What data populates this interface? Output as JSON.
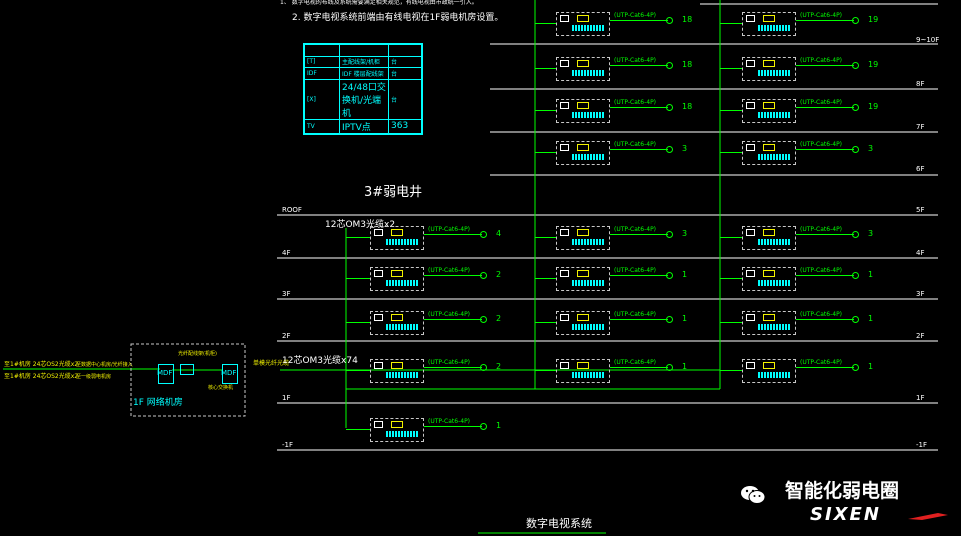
{
  "notes": {
    "note1": "1、 数字电视的布线及系统需要满足相关规范，有线电视由市政统一引入。",
    "note2": "2. 数字电视系统前端由有线电视在1F弱电机房设置。"
  },
  "legend": {
    "rows": [
      {
        "icon": "[T]",
        "desc": "主配线架/机柜",
        "unit": "台"
      },
      {
        "icon": "IDF",
        "desc": "IDF 楼层配线架",
        "unit": "台"
      },
      {
        "icon": "[X]",
        "desc": "24/48口交换机/光端机",
        "unit": "台"
      },
      {
        "icon": "TV",
        "desc": "IPTV点",
        "unit": "363"
      }
    ]
  },
  "shaft_title": "3#弱电井",
  "floors": [
    "9~10F",
    "8F",
    "7F",
    "6F",
    "ROOF",
    "5F",
    "4F",
    "3F",
    "2F",
    "1F",
    "-1F"
  ],
  "cable_labels": {
    "riser": "12芯OM3光缆x2",
    "trunk_label": "单模光纤光缆",
    "trunk_spec": "12芯OM3光缆x74"
  },
  "inputs": {
    "line1": "至1#机房 24芯OS2光缆x2",
    "line2": "至1#机房 24芯OS2光缆x2",
    "note1": "至数据中心机房/光纤接入",
    "note2": "至一级弱电机房"
  },
  "mdf_box": {
    "top_label": "光纤配线架(机柜)",
    "left": "MDF",
    "right": "MDF",
    "sub_label": "核心交换机",
    "caption": "1F 网络机房"
  },
  "cable_type": "(UTP-Cat6-4P)",
  "columns": {
    "left": [
      {
        "floor": "4F",
        "count": "4"
      },
      {
        "floor": "3F",
        "count": "2"
      },
      {
        "floor": "2F",
        "count": "2"
      },
      {
        "floor": "1F",
        "count": "2"
      },
      {
        "floor": "-1F",
        "count": "1"
      }
    ],
    "middle": [
      {
        "floor": "9~10F",
        "count": "18"
      },
      {
        "floor": "8F",
        "count": "18"
      },
      {
        "floor": "7F",
        "count": "18"
      },
      {
        "floor": "6F",
        "count": "3"
      },
      {
        "floor": "4F",
        "count": "3"
      },
      {
        "floor": "3F",
        "count": "1"
      },
      {
        "floor": "2F",
        "count": "1"
      },
      {
        "floor": "1F",
        "count": "1"
      }
    ],
    "right": [
      {
        "floor": "9~10F",
        "count": "19"
      },
      {
        "floor": "8F",
        "count": "19"
      },
      {
        "floor": "7F",
        "count": "19"
      },
      {
        "floor": "6F",
        "count": "3"
      },
      {
        "floor": "4F",
        "count": "3"
      },
      {
        "floor": "3F",
        "count": "1"
      },
      {
        "floor": "2F",
        "count": "1"
      },
      {
        "floor": "1F",
        "count": "1"
      }
    ]
  },
  "drawing_title": "数字电视系统",
  "watermark": {
    "channel": "智能化弱电圈",
    "logo_text": "SIXEN"
  },
  "colors": {
    "floor_line": "#ffffff",
    "cable": "#00ff00",
    "device": "#00ffff",
    "annotation": "#f2f200",
    "background": "#000000"
  }
}
